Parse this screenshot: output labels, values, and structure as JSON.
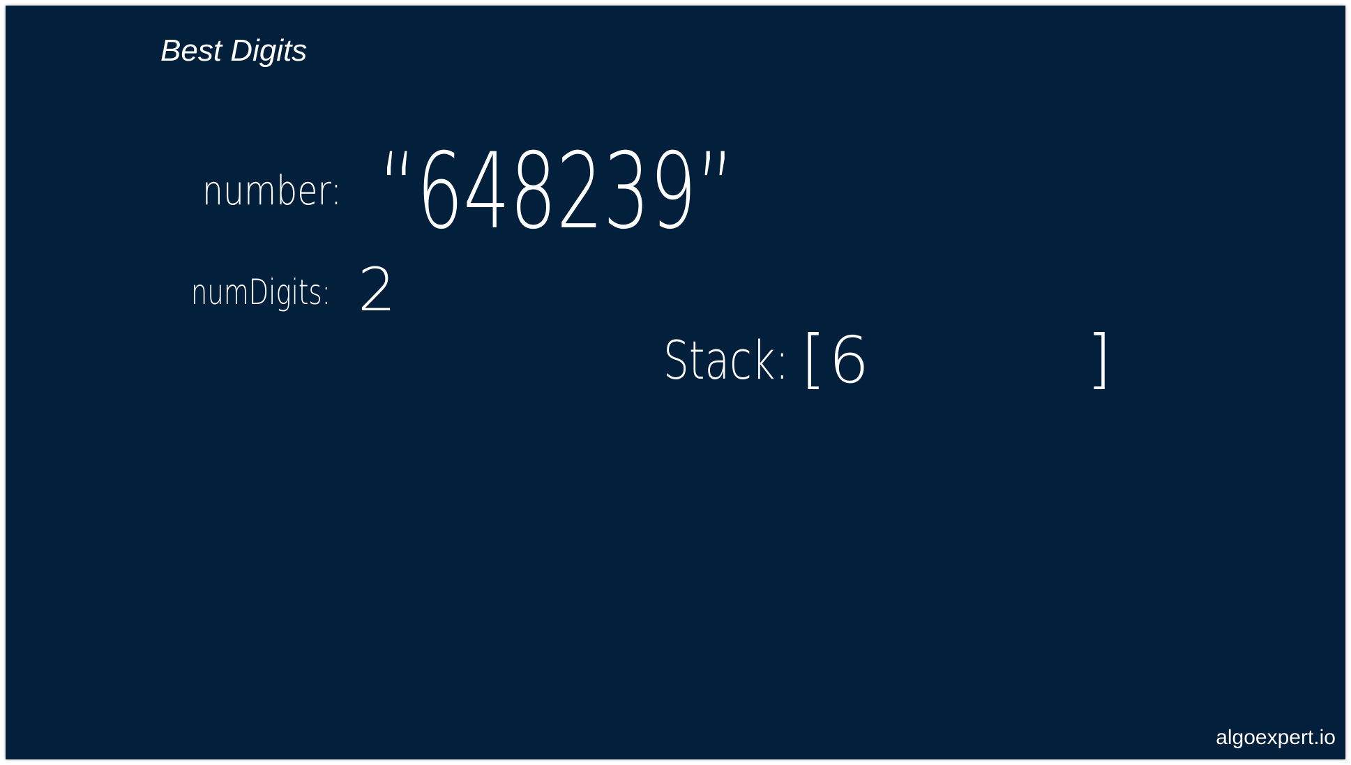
{
  "slide": {
    "title": "Best Digits",
    "brand": "algoexpert.io"
  },
  "notes": {
    "number_label": "number:",
    "number_value": "“648239”",
    "numdigits_label": "numDigits:",
    "numdigits_value": "2",
    "stack_label": "Stack:",
    "stack_open": "[",
    "stack_items": "6",
    "stack_close": "]"
  }
}
